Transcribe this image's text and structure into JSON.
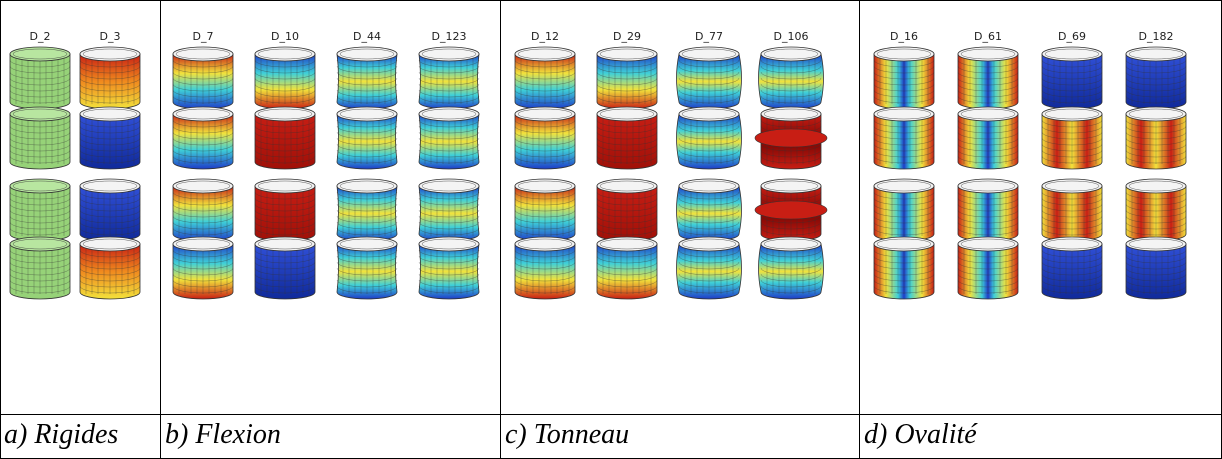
{
  "panels": [
    {
      "caption": "a) Rigides",
      "mode_labels": [
        "D_2",
        "D_3"
      ],
      "rows": [
        [
          "green",
          "red-top"
        ],
        [
          "green",
          "blue"
        ],
        [
          "green",
          "blue"
        ],
        [
          "green",
          "red-top"
        ]
      ]
    },
    {
      "caption": "b) Flexion",
      "mode_labels": [
        "D_7",
        "D_10",
        "D_44",
        "D_123"
      ],
      "rows": [
        [
          "band-rb",
          "band-br",
          "twist",
          "twist"
        ],
        [
          "band-rb",
          "red",
          "twist",
          "twist"
        ],
        [
          "band-rb",
          "red",
          "twist",
          "twist"
        ],
        [
          "band-br",
          "blue",
          "twist",
          "twist"
        ]
      ]
    },
    {
      "caption": "c) Tonneau",
      "mode_labels": [
        "D_12",
        "D_29",
        "D_77",
        "D_106"
      ],
      "rows": [
        [
          "band-rb",
          "band-br",
          "barrel",
          "barrel"
        ],
        [
          "band-rb",
          "red",
          "barrel",
          "flange"
        ],
        [
          "band-rb",
          "red",
          "barrel",
          "flange"
        ],
        [
          "band-br",
          "band-br",
          "barrel",
          "barrel"
        ]
      ]
    },
    {
      "caption": "d) Ovalité",
      "mode_labels": [
        "D_16",
        "D_61",
        "D_69",
        "D_182"
      ],
      "rows": [
        [
          "stripe",
          "stripe",
          "blue",
          "blue"
        ],
        [
          "stripe",
          "stripe",
          "stripe-warm",
          "stripe-warm"
        ],
        [
          "stripe",
          "stripe",
          "stripe-warm",
          "stripe-warm"
        ],
        [
          "stripe",
          "stripe",
          "blue",
          "blue"
        ]
      ]
    }
  ],
  "colors": {
    "red": "#c81e14",
    "orange": "#f08a1e",
    "yellow": "#f2e23c",
    "cyan": "#3fd0d8",
    "blue": "#1e3cc8",
    "green": "#96d278",
    "mesh": "#333333"
  }
}
